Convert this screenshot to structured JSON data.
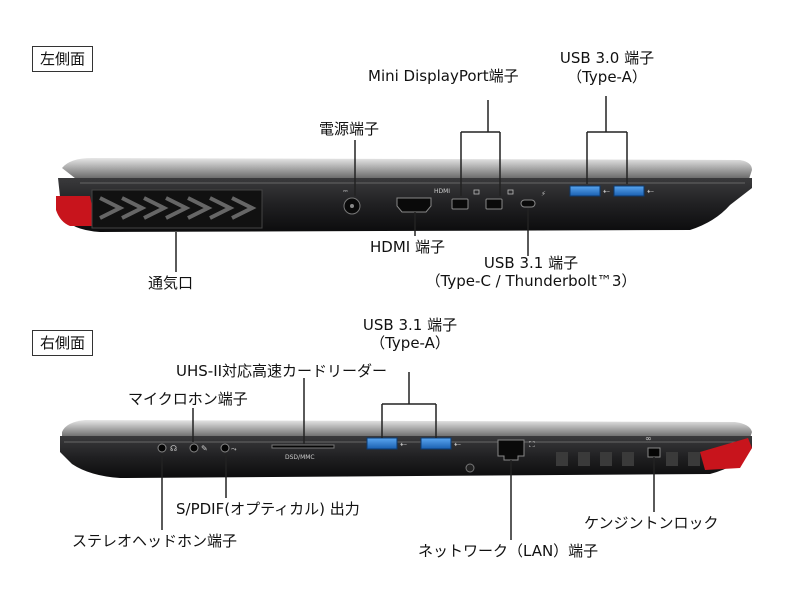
{
  "left_side": {
    "section_title": "左側面",
    "labels": {
      "power": "電源端子",
      "mini_dp": "Mini DisplayPort端子",
      "usb30_line1": "USB 3.0 端子",
      "usb30_line2": "（Type-A）",
      "hdmi": "HDMI 端子",
      "usb31_line1": "USB 3.1 端子",
      "usb31_line2": "（Type-C / Thunderbolt™3）",
      "vent": "通気口"
    },
    "port_marks": {
      "hdmi": "HDMI",
      "dsd": ""
    }
  },
  "right_side": {
    "section_title": "右側面",
    "labels": {
      "usb31_line1": "USB 3.1 端子",
      "usb31_line2": "（Type-A）",
      "card_reader": "UHS-II対応高速カードリーダー",
      "mic": "マイクロホン端子",
      "spdif": "S/PDIF(オプティカル) 出力",
      "headphone": "ステレオヘッドホン端子",
      "lan": "ネットワーク（LAN）端子",
      "lock": "ケンジントンロック"
    },
    "port_marks": {
      "card": "DSD/MMC"
    }
  },
  "colors": {
    "body": "#1d1d1f",
    "accent_red": "#c8141c",
    "usb_blue": "#2d7fd6"
  }
}
